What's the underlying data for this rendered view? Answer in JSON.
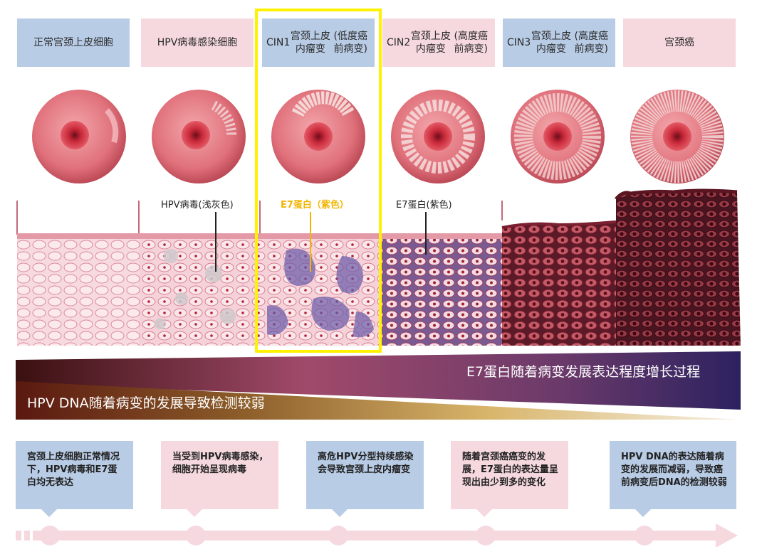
{
  "stages": [
    {
      "lines": [
        "正常宫颈上皮细胞"
      ],
      "color": "blue"
    },
    {
      "lines": [
        "HPV病毒感染细胞"
      ],
      "color": "pink"
    },
    {
      "lines": [
        "CIN1",
        "宫颈上皮内瘤变",
        "(低度癌前病变)"
      ],
      "color": "blue"
    },
    {
      "lines": [
        "CIN2",
        "宫颈上皮内瘤变",
        "(高度癌前病变)"
      ],
      "color": "pink"
    },
    {
      "lines": [
        "CIN3",
        "宫颈上皮内瘤变",
        "(高度癌前病变)"
      ],
      "color": "blue"
    },
    {
      "lines": [
        "宫颈癌"
      ],
      "color": "pink"
    }
  ],
  "callouts": {
    "hpv_virus": "HPV病毒(浅灰色)",
    "e7_yellow": "E7蛋白（紫色）",
    "e7_dark": "E7蛋白(紫色)"
  },
  "banner": {
    "e7_trend": "E7蛋白随着病变发展表达程度增长过程",
    "dna_trend": "HPV DNA随着病变的发展导致检测较弱"
  },
  "notes": [
    {
      "text": "宫颈上皮细胞正常情况下，HPV病毒和E7蛋白均无表达",
      "color": "blue"
    },
    {
      "text": "当受到HPV病毒感染，细胞开始呈现病毒",
      "color": "pink"
    },
    {
      "text": "高危HPV分型持续感染会导致宫颈上皮内瘤变",
      "color": "blue"
    },
    {
      "text": "随着宫颈癌癌变的发展，E7蛋白的表达量呈现出由少到多的变化",
      "color": "pink"
    },
    {
      "text": "HPV DNA的表达随着病变的发展而减弱，导致癌前病变后DNA的检测较弱",
      "color": "blue"
    }
  ],
  "colors": {
    "label_blue": "#b9cce6",
    "label_pink": "#f6d9df",
    "highlight": "#fff200",
    "callout_yellow": "#f2b500",
    "e7_purple": "#6a5aa8",
    "banner_dark": "#3a1f5a",
    "banner_gold": "#c9a558"
  }
}
